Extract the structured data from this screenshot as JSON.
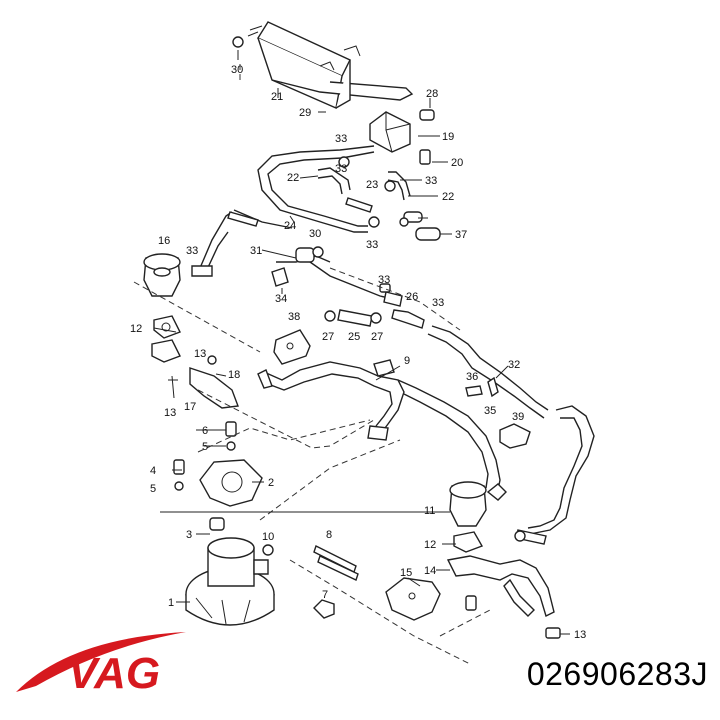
{
  "diagram": {
    "callouts": [
      "30",
      "21",
      "29",
      "28",
      "19",
      "33",
      "20",
      "22",
      "33",
      "23",
      "22",
      "33",
      "24",
      "37",
      "33",
      "16",
      "33",
      "31",
      "30",
      "33",
      "26",
      "34",
      "33",
      "38",
      "27",
      "25",
      "27",
      "12",
      "13",
      "9",
      "36",
      "32",
      "18",
      "17",
      "13",
      "35",
      "39",
      "6",
      "5",
      "2",
      "4",
      "5",
      "11",
      "3",
      "8",
      "10",
      "12",
      "14",
      "15",
      "7",
      "1",
      "13"
    ]
  },
  "brand": {
    "name": "VAG",
    "color": "#d6191f"
  },
  "part_number": "026906283J"
}
